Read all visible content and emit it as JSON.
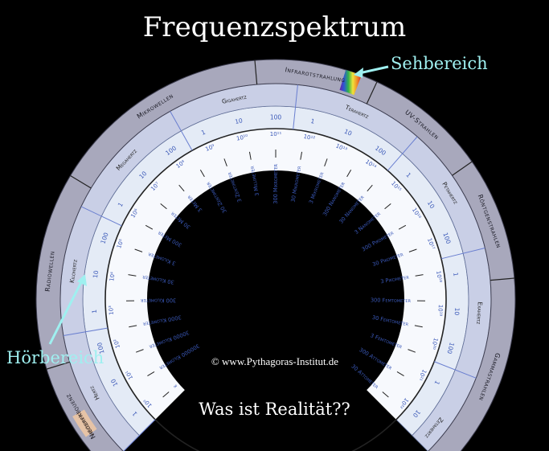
{
  "title": "Frequenzspektrum",
  "subtitle": "Was ist Realität??",
  "copyright": "© www.Pythagoras-Institut.de",
  "callouts": {
    "sehbereich": "Sehbereich",
    "hoerbereich": "Hörbereich"
  },
  "bands_outer": [
    "Niederfrequenz",
    "Radiowellen",
    "Mikrowellen",
    "Infrarotstrahlung",
    "UV-Strahlen",
    "Röntgenstrahlen",
    "Gammastrahlen"
  ],
  "band_hoerbereich": "Hörbereich",
  "units": [
    "Hertz",
    "Kilohertz",
    "Megahertz",
    "Gigahertz",
    "Terahertz",
    "Petahertz",
    "Exahertz",
    "Zetahertz"
  ],
  "unit_scale": [
    "1",
    "10",
    "100"
  ],
  "powers": [
    "10⁰",
    "10¹",
    "10²",
    "10³",
    "10⁴",
    "10⁵",
    "10⁶",
    "10⁷",
    "10⁸",
    "10⁹",
    "10¹⁰",
    "10¹¹",
    "10¹²",
    "10¹³",
    "10¹⁴",
    "10¹⁵",
    "10¹⁶",
    "10¹⁷",
    "10¹⁸",
    "10¹⁹",
    "10²⁰",
    "10²¹",
    "10²²"
  ],
  "wavelengths": [
    "∞",
    "300000 Kilometer",
    "30000 Kilometer",
    "3000 Kilometer",
    "300 Kilometer",
    "30 Kilometer",
    "3 Kilometer",
    "300 Meter",
    "30 Meter",
    "3 Meter",
    "30 Zentimeter",
    "3 Zentimeter",
    "3 Millimeter",
    "300 Mikrometer",
    "30 Mikrometer",
    "3 Mikrometer",
    "300 Nanometer",
    "30 Nanometer",
    "3 Nanometer",
    "300 Pikometer",
    "30 Pikometer",
    "3 Pikometer",
    "300 Femtometer",
    "30 Femtometer",
    "3 Femtometer",
    "300 Attometer",
    "30 Attometer"
  ],
  "colors": {
    "background": "#000000",
    "ring_outer": "#a8a8bc",
    "ring_units": "#c9cfe6",
    "ring_powers": "#e4ebf6",
    "scale_text": "#3a58b8",
    "callout": "#9ff0f0",
    "hoerbereich": "#e6c3a6"
  }
}
